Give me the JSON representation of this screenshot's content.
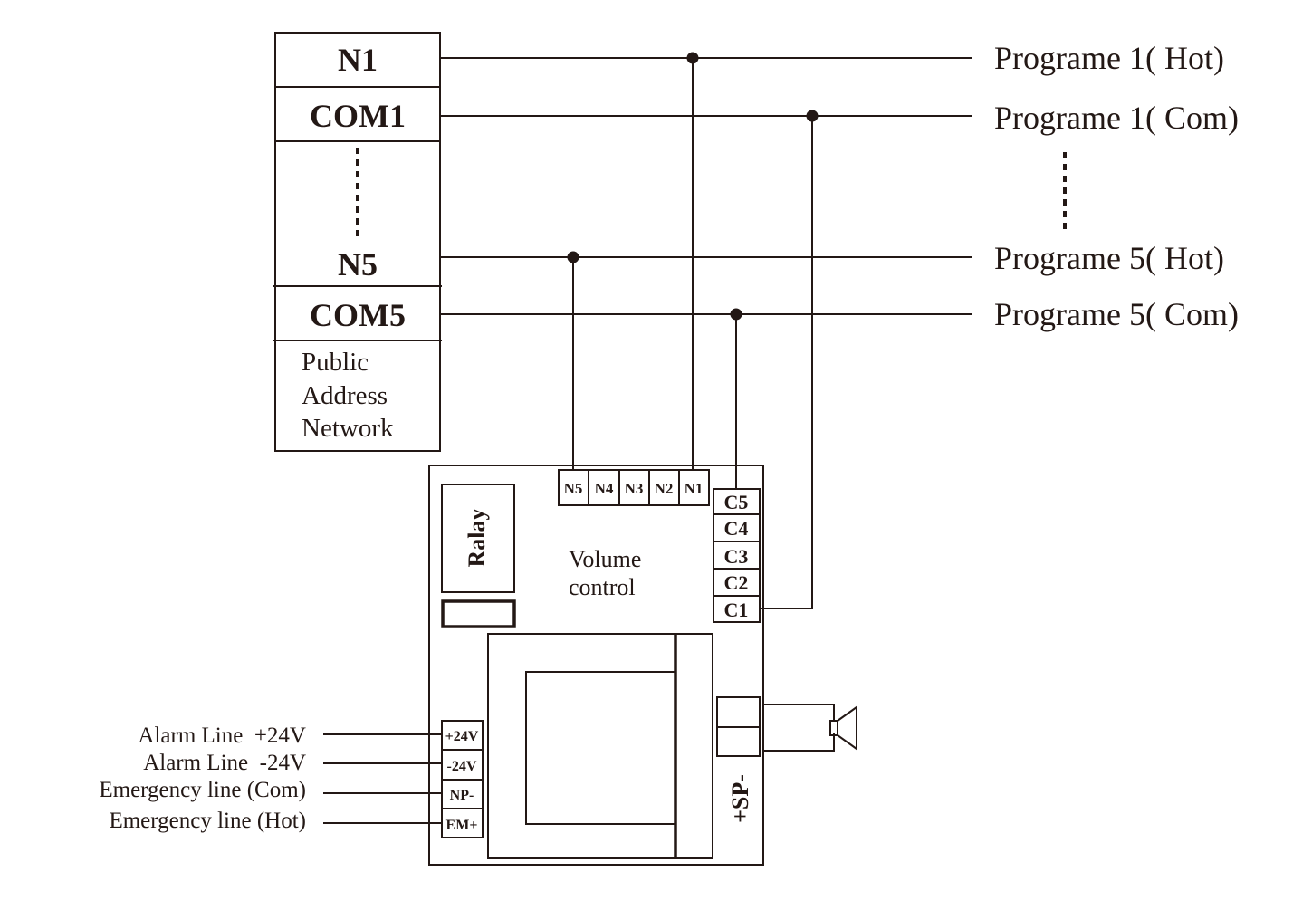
{
  "network_panel": {
    "rows": [
      "N1",
      "COM1",
      "N5",
      "COM5"
    ],
    "caption": [
      "Public",
      "Address",
      "Network"
    ]
  },
  "program_labels": [
    "Programe 1( Hot)",
    "Programe 1( Com)",
    "Programe 5( Hot)",
    "Programe 5( Com)"
  ],
  "module": {
    "n_terminals": [
      "N5",
      "N4",
      "N3",
      "N2",
      "N1"
    ],
    "c_terminals": [
      "C5",
      "C4",
      "C3",
      "C2",
      "C1"
    ],
    "relay_label": "Ralay",
    "volume_label": [
      "Volume",
      "control"
    ],
    "power_terminals": [
      "+24V",
      "-24V",
      "NP-",
      "EM+"
    ],
    "speaker_label": "+SP-"
  },
  "input_labels": [
    "Alarm Line  +24V",
    "Alarm Line  -24V",
    "Emergency line (Com)",
    "Emergency line (Hot)"
  ],
  "connections": [
    {
      "from": "N1",
      "to": "module.N1",
      "program": "Programe 1( Hot)"
    },
    {
      "from": "COM1",
      "to": "module.C1",
      "program": "Programe 1( Com)"
    },
    {
      "from": "N5",
      "to": "module.N5",
      "program": "Programe 5( Hot)"
    },
    {
      "from": "COM5",
      "to": "module.C5",
      "program": "Programe 5( Com)"
    }
  ]
}
